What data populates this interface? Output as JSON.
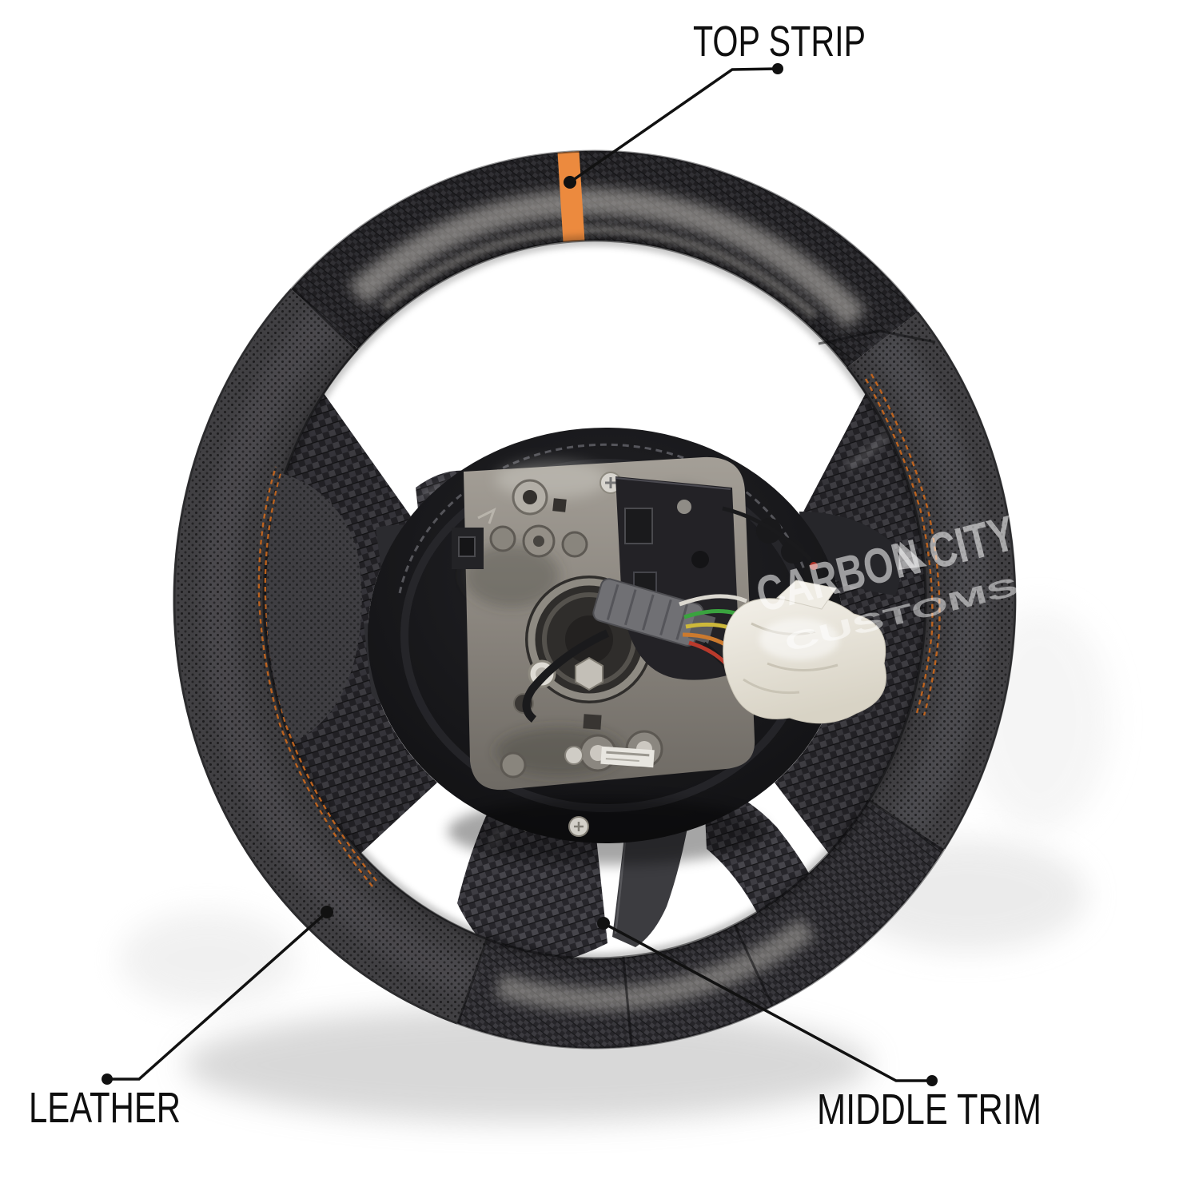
{
  "annotations": {
    "top_strip": {
      "label": "TOP STRIP"
    },
    "leather": {
      "label": "LEATHER"
    },
    "middle_trim": {
      "label": "MIDDLE TRIM"
    }
  },
  "watermark": {
    "line1": "CARBON CITY",
    "line2": "CUSTOMS"
  },
  "colors": {
    "background": "#ffffff",
    "label_text": "#0f0f0f",
    "leader_line": "#111111",
    "top_strip_orange": "#EC8A3E",
    "stitching_orange": "#C4661F",
    "leather_gray": "#414043",
    "carbon_black": "#232226",
    "watermark_white": "rgba(255,255,255,0.55)"
  }
}
